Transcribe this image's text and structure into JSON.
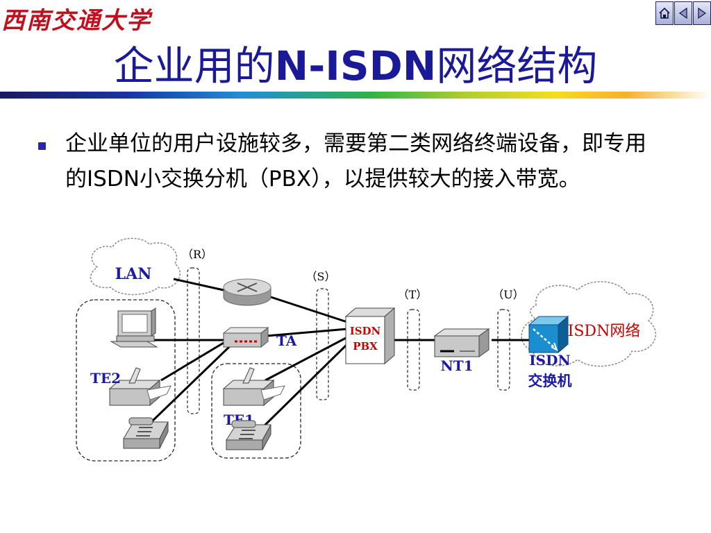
{
  "header": {
    "logo_text": "西南交通大学",
    "title_prefix": "企业用的",
    "title_bold": "N-ISDN",
    "title_suffix": "网络结构"
  },
  "nav": {
    "buttons": [
      {
        "icon": "home-icon"
      },
      {
        "icon": "previous-arrow-icon"
      },
      {
        "icon": "next-arrow-icon"
      }
    ]
  },
  "body": {
    "paragraph": "企业单位的用户设施较多，需要第二类网络终端设备，即专用的ISDN小交换分机（PBX），以提供较大的接入带宽。"
  },
  "diagram": {
    "ref_points": {
      "R": "（R）",
      "S": "（S）",
      "T": "（T）",
      "U": "（U）"
    },
    "lan": "LAN",
    "ta": "TA",
    "te1": "TE1",
    "te2": "TE2",
    "pbx_line1": "ISDN",
    "pbx_line2": "PBX",
    "nt1": "NT1",
    "isdn_network": "ISDN网络",
    "switch_line1": "ISDN",
    "switch_line2": "交换机",
    "colors": {
      "label_blue": "#1a1aa6",
      "pbx_red": "#cc0000",
      "switch_blue": "#1a8fd0"
    }
  }
}
